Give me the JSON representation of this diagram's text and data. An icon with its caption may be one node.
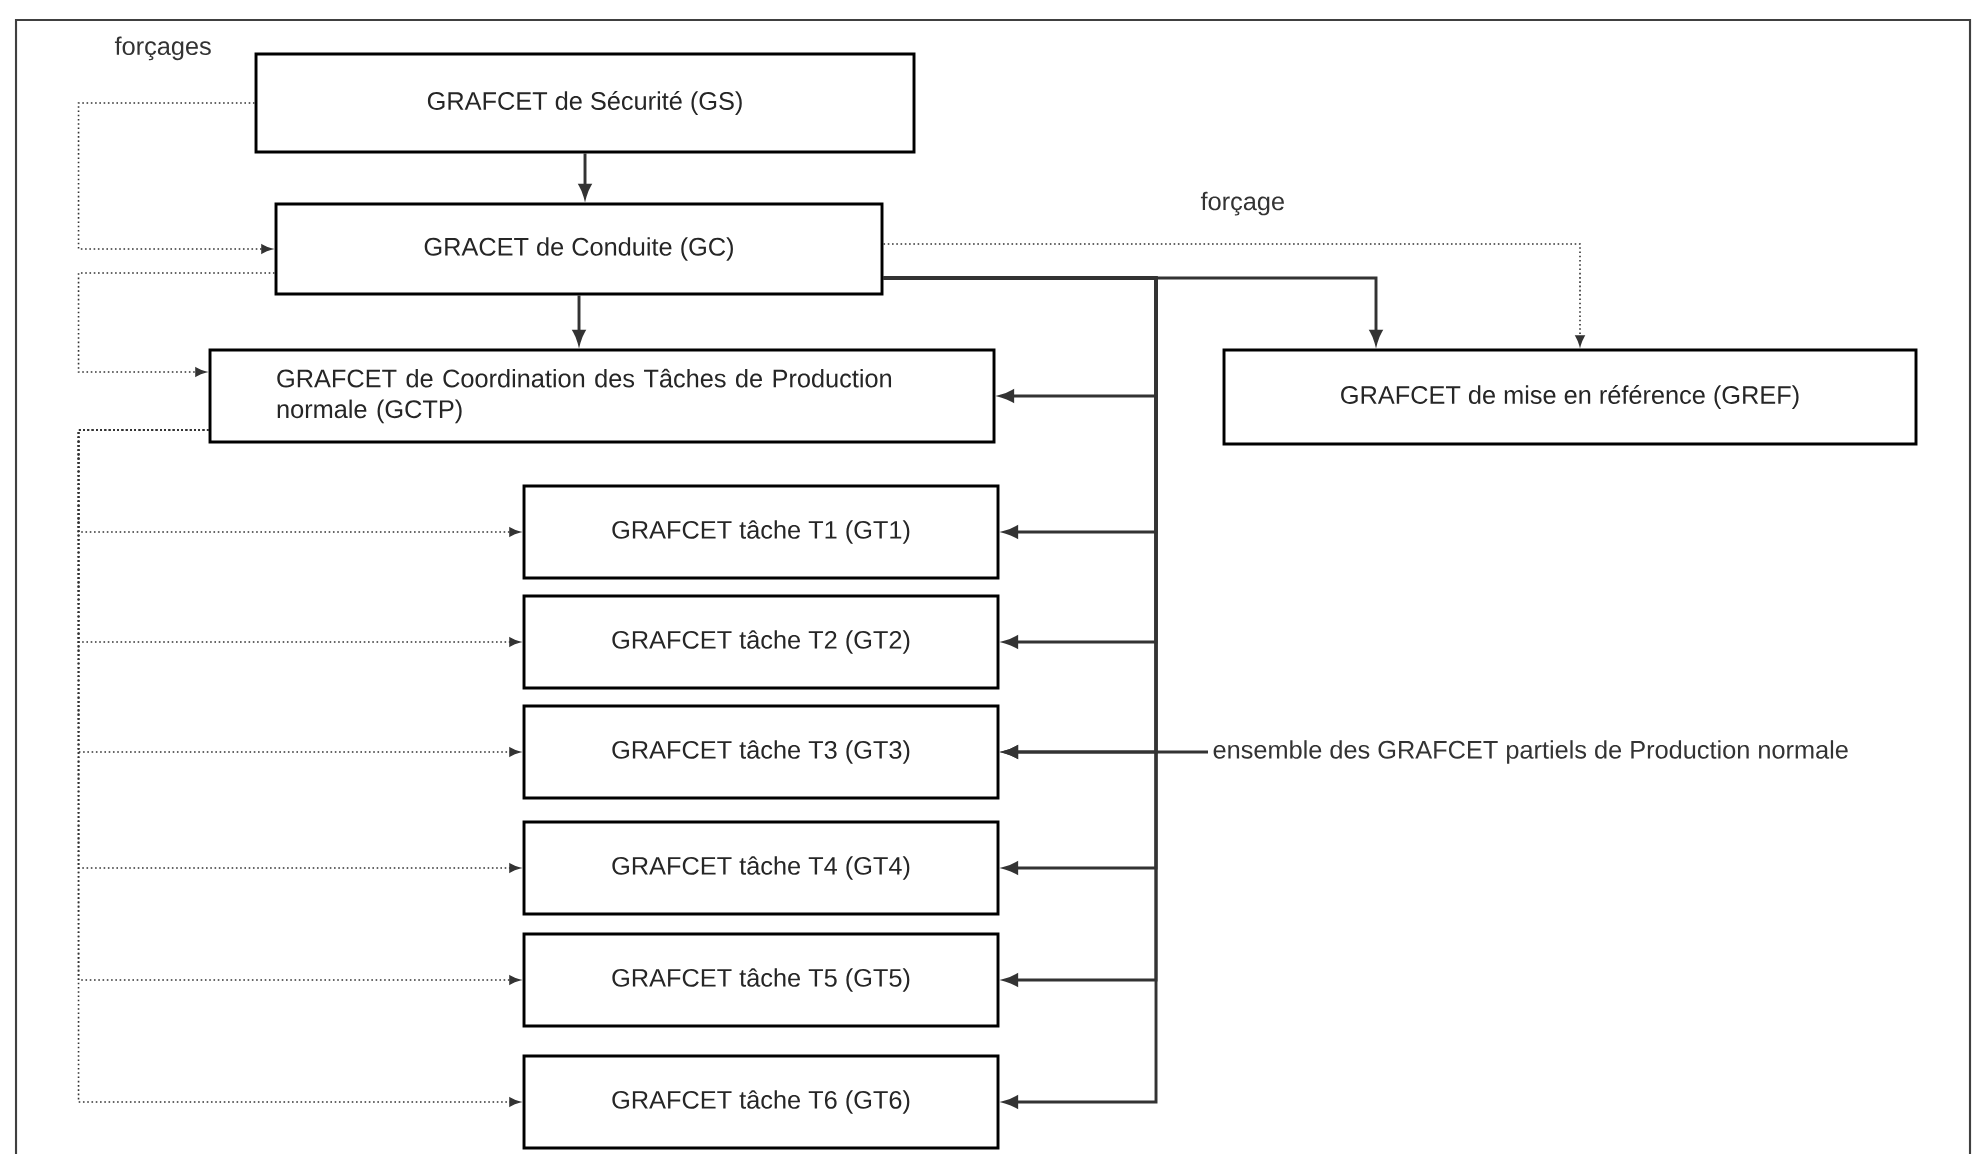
{
  "diagram": {
    "nodes": [
      {
        "text": [
          "GRAFCET de Sécurité (GS)"
        ]
      },
      {
        "text": [
          "GRACET de Conduite (GC)"
        ]
      },
      {
        "text": [
          "GRAFCET de Coordination des Tâches de Production normale (GCTP)"
        ]
      },
      {
        "text": [
          "GRAFCET de mise en référence (GREF)"
        ]
      },
      {
        "text": [
          "GRAFCET tâche T1 (GT1)"
        ]
      },
      {
        "text": [
          "GRAFCET tâche T2 (GT2)"
        ]
      },
      {
        "text": [
          "GRAFCET tâche T3 (GT3)"
        ]
      },
      {
        "text": [
          "GRAFCET tâche T4 (GT4)"
        ]
      },
      {
        "text": [
          "GRAFCET tâche T5 (GT5)"
        ]
      },
      {
        "text": [
          "GRAFCET tâche T6 (GT6)"
        ]
      },
      {
        "text": [
          "ensemble des GRAFCET partiels de Production normale"
        ]
      }
    ],
    "edges": [
      {
        "from": 0,
        "to": 1,
        "arrow": "to"
      },
      {
        "from": 0,
        "to": 1,
        "arrow": "to",
        "style": "dashed",
        "label": "forçages"
      },
      {
        "from": 1,
        "to": 2,
        "arrow": "to"
      },
      {
        "from": 1,
        "to": 2,
        "arrow": "to",
        "style": "dashed"
      },
      {
        "from": 1,
        "to": 3,
        "arrow": "to"
      },
      {
        "from": 1,
        "to": 3,
        "arrow": "to",
        "style": "dashed",
        "label": "forçage"
      },
      {
        "from": 1,
        "to": 2,
        "arrow": "to"
      },
      {
        "from": 1,
        "to": 4,
        "arrow": "to"
      },
      {
        "from": 1,
        "to": 5,
        "arrow": "to"
      },
      {
        "from": 1,
        "to": 6,
        "arrow": "to"
      },
      {
        "from": 1,
        "to": 7,
        "arrow": "to"
      },
      {
        "from": 1,
        "to": 8,
        "arrow": "to"
      },
      {
        "from": 1,
        "to": 9,
        "arrow": "to"
      },
      {
        "from": 2,
        "to": 4,
        "arrow": "to",
        "style": "dashed"
      },
      {
        "from": 2,
        "to": 5,
        "arrow": "to",
        "style": "dashed"
      },
      {
        "from": 2,
        "to": 6,
        "arrow": "to",
        "style": "dashed"
      },
      {
        "from": 2,
        "to": 7,
        "arrow": "to",
        "style": "dashed"
      },
      {
        "from": 2,
        "to": 8,
        "arrow": "to",
        "style": "dashed"
      },
      {
        "from": 2,
        "to": 9,
        "arrow": "to",
        "style": "dashed"
      },
      {
        "from": 10,
        "to": 6,
        "arrow": "to"
      }
    ]
  }
}
